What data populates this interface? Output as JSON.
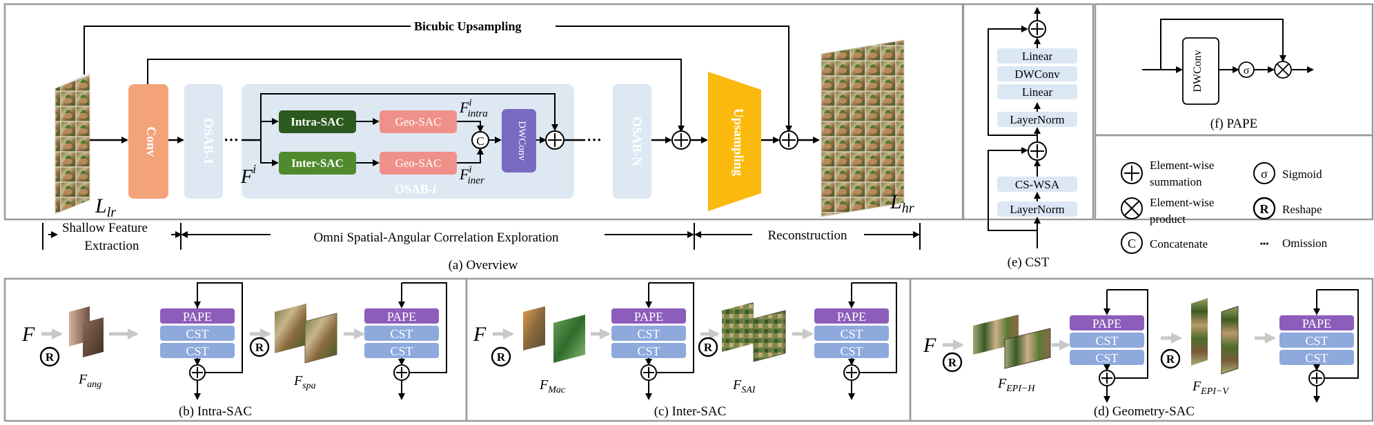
{
  "overview": {
    "bicubic": "Bicubic Upsampling",
    "conv": "Conv",
    "osab1": "OSAB-1",
    "osabN": "OSAB-N",
    "osabi": "OSAB-",
    "osabi_idx": "i",
    "intra_sac": "Intra-SAC",
    "inter_sac": "Inter-SAC",
    "geo_sac": "Geo-SAC",
    "dwconv": "DWConv",
    "concat": "C",
    "upsampling": "Upsampling",
    "dots": "···",
    "f_in": "F",
    "f_in_sup": "i",
    "f_intra": "F",
    "f_intra_sup": "i",
    "f_intra_sub": "intra",
    "f_iner": "F",
    "f_iner_sup": "i",
    "f_iner_sub": "iner",
    "l_lr": "L",
    "l_lr_sub": "lr",
    "l_hr": "L",
    "l_hr_sub": "hr",
    "stage_shallow_1": "Shallow Feature",
    "stage_shallow_2": "Extraction",
    "stage_omni": "Omni Spatial-Angular Correlation Exploration",
    "stage_recon": "Reconstruction",
    "caption": "(a) Overview"
  },
  "cst": {
    "linear_top": "Linear",
    "dwconv": "DWConv",
    "linear_bottom": "Linear",
    "layernorm_top": "LayerNorm",
    "cswsa": "CS-WSA",
    "layernorm_bottom": "LayerNorm",
    "caption": "(e) CST"
  },
  "pape": {
    "dwconv": "DWConv",
    "sigma": "σ",
    "caption": "(f) PAPE"
  },
  "legend": {
    "sum_1": "Element-wise",
    "sum_2": "summation",
    "prod_1": "Element-wise",
    "prod_2": "product",
    "concat_sym": "C",
    "concat": "Concatenate",
    "sigmoid_sym": "σ",
    "sigmoid": "Sigmoid",
    "reshape_sym": "R",
    "reshape": "Reshape",
    "omission_sym": "•••",
    "omission": "Omission"
  },
  "intra": {
    "f": "F",
    "r": "R",
    "pape": "PAPE",
    "cst": "CST",
    "f_ang": "F",
    "f_ang_sub": "ang",
    "f_spa": "F",
    "f_spa_sub": "spa",
    "caption": "(b) Intra-SAC"
  },
  "inter": {
    "f": "F",
    "r": "R",
    "pape": "PAPE",
    "cst": "CST",
    "f_mac": "F",
    "f_mac_sub": "Mac",
    "f_sai": "F",
    "f_sai_sub": "SAI",
    "caption": "(c) Inter-SAC"
  },
  "geo": {
    "f": "F",
    "r": "R",
    "pape": "PAPE",
    "cst": "CST",
    "f_h": "F",
    "f_h_sub": "EPI−H",
    "f_v": "F",
    "f_v_sub": "EPI−V",
    "caption": "(d) Geometry-SAC"
  },
  "colors": {
    "panel_border": "#9a9a9a",
    "osab_bg": "#dde8f3",
    "conv": "#f4a27a",
    "intra_green": "#2c5a1e",
    "inter_green": "#4f8a2e",
    "geo_pink": "#f0908a",
    "dwconv_purple": "#7869c1",
    "upsampling": "#fbb90d",
    "pape_purple": "#8d5dbb",
    "cst_blue": "#8ea9dc",
    "cst_light": "#dce7f5"
  }
}
